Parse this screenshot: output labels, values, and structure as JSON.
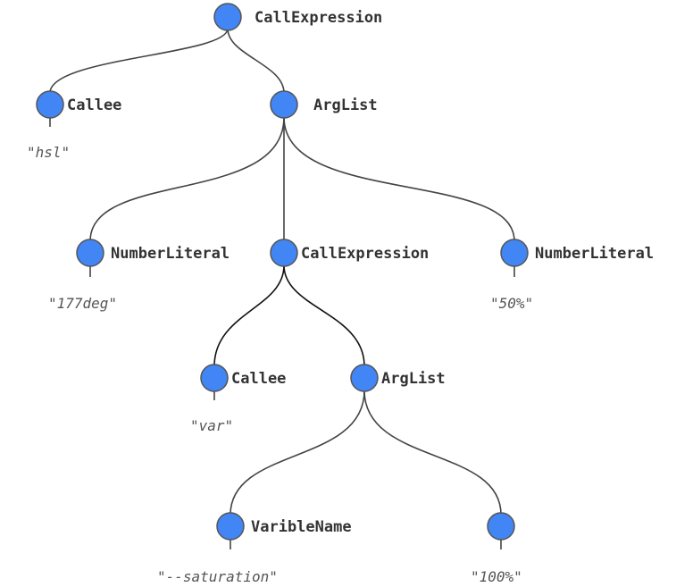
{
  "colors": {
    "node_fill": "#4285f4",
    "edge_default": "#444444",
    "edge_highlight": "#111111"
  },
  "tree": {
    "root": {
      "label": "CallExpression",
      "callee": {
        "label": "Callee",
        "value": "\"hsl\""
      },
      "arglist": {
        "label": "ArgList",
        "first_arg": {
          "label": "NumberLiteral",
          "value": "\"177deg\""
        },
        "nested_call": {
          "label": "CallExpression",
          "callee": {
            "label": "Callee",
            "value": "\"var\""
          },
          "arglist": {
            "label": "ArgList",
            "variable": {
              "label": "VaribleName",
              "value": "\"--saturation\""
            },
            "unnamed": {
              "label": "",
              "value": "\"100%\""
            }
          }
        },
        "last_arg": {
          "label": "NumberLiteral",
          "value": "\"50%\""
        }
      }
    }
  }
}
